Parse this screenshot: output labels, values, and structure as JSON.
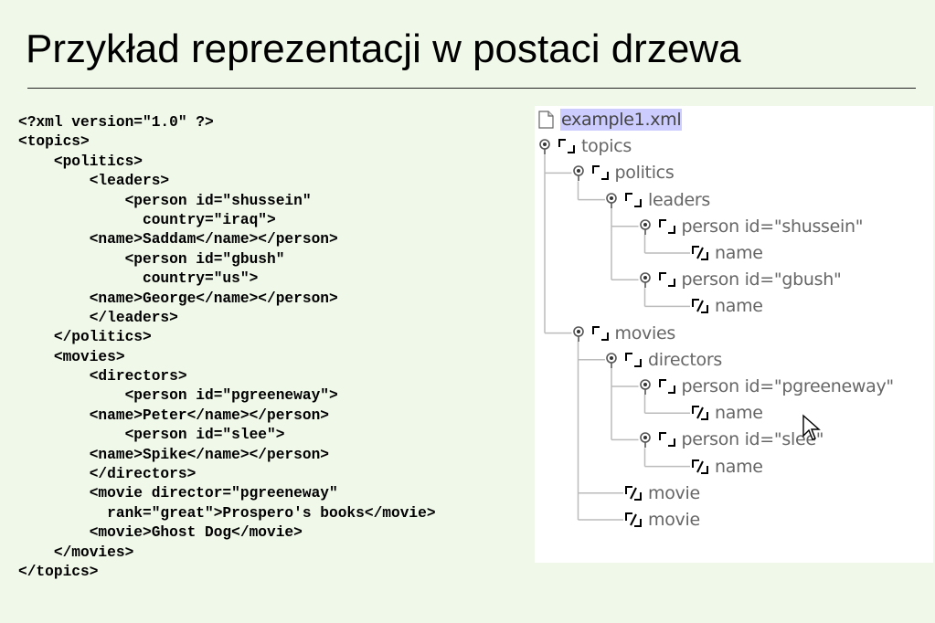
{
  "slide": {
    "title": "Przykład reprezentacji w postaci drzewa"
  },
  "code_lines": [
    "<?xml version=\"1.0\" ?>",
    "<topics>",
    "    <politics>",
    "        <leaders>",
    "            <person id=\"shussein\"",
    "              country=\"iraq\">",
    "        <name>Saddam</name></person>",
    "            <person id=\"gbush\"",
    "              country=\"us\">",
    "        <name>George</name></person>",
    "        </leaders>",
    "    </politics>",
    "    <movies>",
    "        <directors>",
    "            <person id=\"pgreeneway\">",
    "        <name>Peter</name></person>",
    "            <person id=\"slee\">",
    "        <name>Spike</name></person>",
    "        </directors>",
    "        <movie director=\"pgreeneway\"",
    "          rank=\"great\">Prospero's books</movie>",
    "        <movie>Ghost Dog</movie>",
    "    </movies>",
    "</topics>"
  ],
  "tree": {
    "nodes": [
      {
        "label": "example1.xml",
        "icon": "document-icon",
        "level": 0,
        "expandable": false,
        "selected": true
      },
      {
        "label": "topics",
        "icon": "element-icon",
        "level": 0,
        "expandable": true
      },
      {
        "label": "politics",
        "icon": "element-icon",
        "level": 1,
        "expandable": true
      },
      {
        "label": "leaders",
        "icon": "element-icon",
        "level": 2,
        "expandable": true
      },
      {
        "label": "person id=\"shussein\"",
        "icon": "element-icon",
        "level": 3,
        "expandable": true
      },
      {
        "label": "name",
        "icon": "leaf-element-icon",
        "level": 4,
        "expandable": false
      },
      {
        "label": "person id=\"gbush\"",
        "icon": "element-icon",
        "level": 3,
        "expandable": true
      },
      {
        "label": "name",
        "icon": "leaf-element-icon",
        "level": 4,
        "expandable": false
      },
      {
        "label": "movies",
        "icon": "element-icon",
        "level": 1,
        "expandable": true
      },
      {
        "label": "directors",
        "icon": "element-icon",
        "level": 2,
        "expandable": true
      },
      {
        "label": "person id=\"pgreeneway\"",
        "icon": "element-icon",
        "level": 3,
        "expandable": true
      },
      {
        "label": "name",
        "icon": "leaf-element-icon",
        "level": 4,
        "expandable": false
      },
      {
        "label": "person id=\"slee\"",
        "icon": "element-icon",
        "level": 3,
        "expandable": true
      },
      {
        "label": "name",
        "icon": "leaf-element-icon",
        "level": 4,
        "expandable": false
      },
      {
        "label": "movie",
        "icon": "leaf-element-icon",
        "level": 2,
        "expandable": false
      },
      {
        "label": "movie",
        "icon": "leaf-element-icon",
        "level": 2,
        "expandable": false
      }
    ],
    "cursor": "mouse-pointer-icon"
  },
  "colors": {
    "background": "#f0f8ea",
    "tree_background": "#ffffff",
    "selection": "#ccccff",
    "tree_text": "#666666",
    "connector": "#bbbbbb"
  }
}
